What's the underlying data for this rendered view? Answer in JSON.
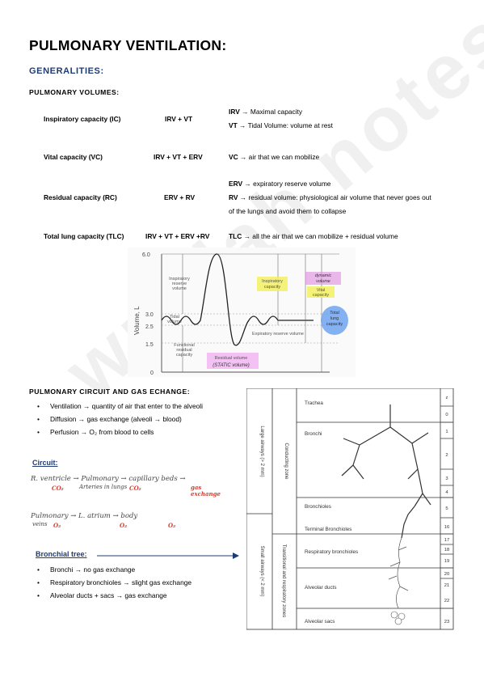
{
  "title": "PULMONARY VENTILATION:",
  "generalities": "GENERALITIES:",
  "volumes_heading": "PULMONARY VOLUMES:",
  "volumes": [
    {
      "name": "Inspiratory capacity (IC)",
      "formula": "IRV + VT",
      "desc": [
        [
          "IRV",
          " → Maximal capacity"
        ],
        [
          "VT",
          " → Tidal Volume: volume at rest"
        ]
      ]
    },
    {
      "name": "Vital capacity (VC)",
      "formula": "IRV + VT + ERV",
      "desc": [
        [
          "VC",
          " → air that we can mobilize"
        ]
      ]
    },
    {
      "name": "Residual capacity (RC)",
      "formula": "ERV + RV",
      "desc": [
        [
          "ERV",
          " → expiratory reserve volume"
        ],
        [
          "RV",
          " → residual volume: physiological air volume that never goes out"
        ],
        [
          "",
          "of the lungs and avoid them to collapse"
        ]
      ]
    },
    {
      "name": "Total lung capacity (TLC)",
      "formula": "IRV + VT + ERV +RV",
      "desc": [
        [
          "TLC",
          " → all the air that we can mobilize + residual volume"
        ]
      ]
    }
  ],
  "graph": {
    "ylabel": "Volume, L",
    "yticks": [
      "6.0",
      "3.0",
      "2.5",
      "1.5",
      "0"
    ],
    "labels": {
      "irv": [
        "Inspiratory",
        "reserve",
        "volume"
      ],
      "tidal": [
        "Tidal",
        "volume"
      ],
      "frc": [
        "Functional",
        "residual",
        "capacity"
      ],
      "insp_cap": [
        "Inspiratory",
        "capacity"
      ],
      "erv": "Expiratory reserve volume",
      "rv": "Residual volume",
      "rv_note": "(STATIC volume)",
      "dynamic": [
        "dynamic",
        "volume"
      ],
      "vital": [
        "Vital",
        "capacity"
      ],
      "total": [
        "Total",
        "lung",
        "capacity"
      ]
    }
  },
  "circuit_heading": "PULMONARY CIRCUIT AND GAS ECHANGE:",
  "circuit_items": [
    "Ventilation → quantity of air that enter to the alveoli",
    "Diffusion → gas exchange (alveoli → blood)",
    "Perfusion → O₂ from blood to cells"
  ],
  "circuit_link": "Circuit:",
  "circuit_hand": {
    "line1": "R. ventricle → Pulmonary → capillary beds →",
    "line1b": "Arteries          in lungs",
    "co2a": "CO₂",
    "co2b": "CO₂",
    "gas": "gas exchange",
    "line2": "Pulmonary → L. atrium → body",
    "line2b": "veins",
    "o2a": "O₂",
    "o2b": "O₂",
    "o2c": "O₂"
  },
  "bronchial_link": "Bronchial tree:",
  "bronchial_items": [
    "Bronchi → no gas exchange",
    "Respiratory bronchioles → slight gas exchange",
    "Alveolar ducts + sacs → gas exchange"
  ],
  "tree": {
    "col1_top": "Large airways (> 2 mm)",
    "col1_bottom": "Small airways (< 2 mm)",
    "col2_top": "Conducting zone",
    "col2_bottom": "Transitional and respiratory zones",
    "rows": [
      "Trachea",
      "Bronchi",
      "Bronchioles",
      "Terminal Bronchioles",
      "Respiratory bronchioles",
      "Alveolar ducts",
      "Alveolar sacs"
    ],
    "gens": [
      "z",
      "0",
      "1",
      "2",
      "3",
      "4",
      "5",
      "16",
      "17",
      "18",
      "19",
      "20",
      "21",
      "22",
      "23"
    ]
  }
}
